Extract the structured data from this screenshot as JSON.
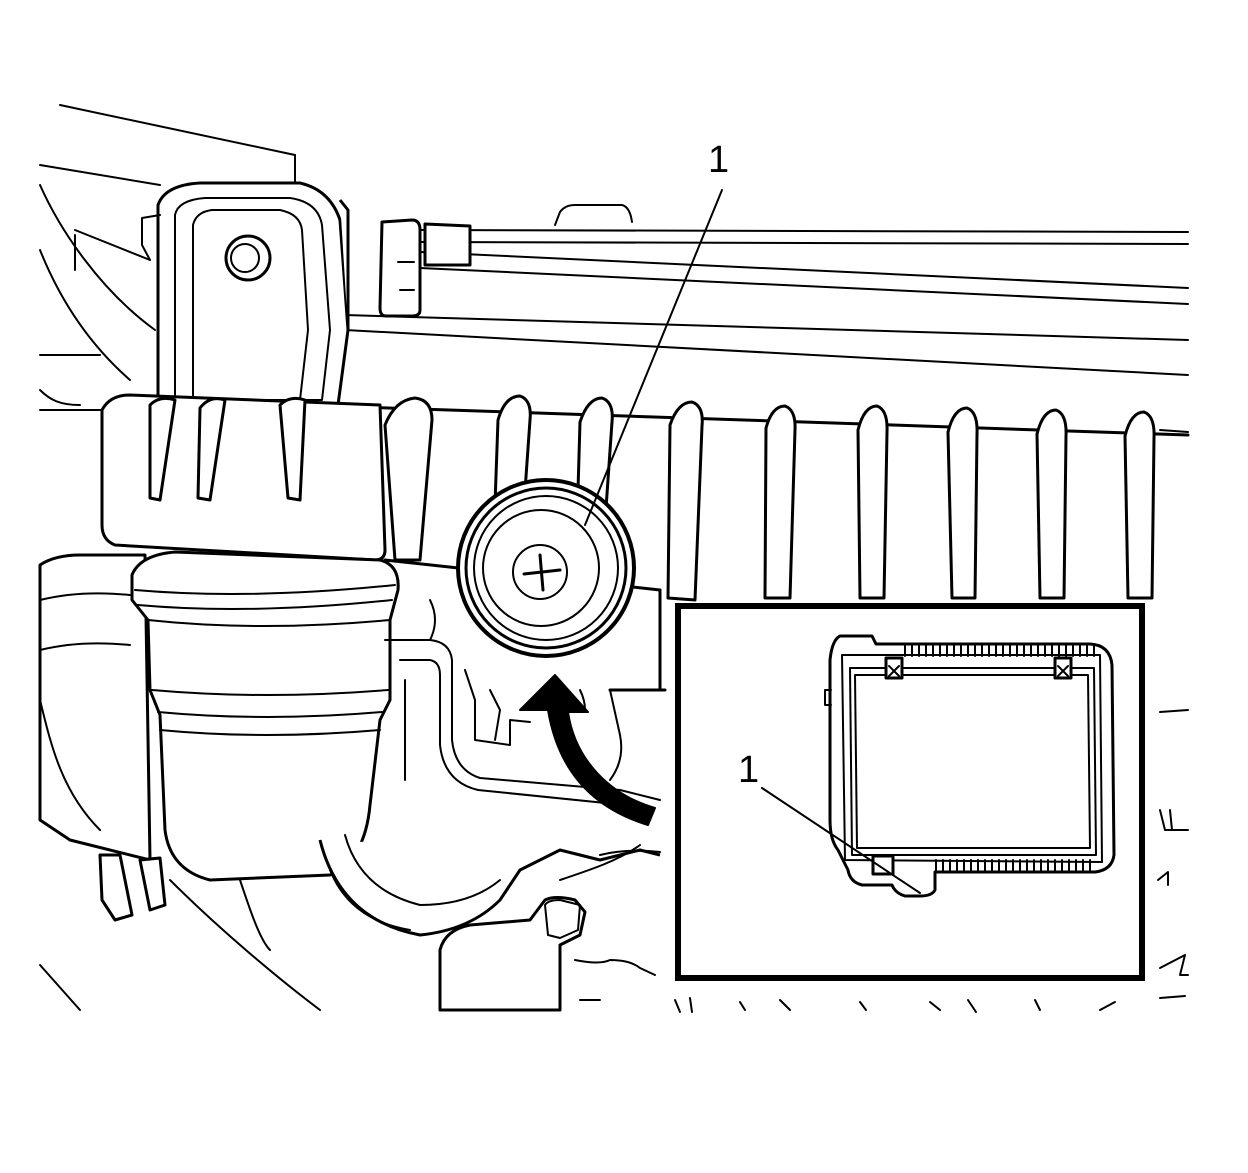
{
  "figure": {
    "callouts": [
      {
        "id": "main",
        "label": "1"
      },
      {
        "id": "inset",
        "label": "1"
      }
    ]
  },
  "colors": {
    "line": "#000000",
    "background": "#ffffff"
  },
  "icons": [
    "grommet-icon",
    "arrow-icon",
    "connector-icon"
  ]
}
